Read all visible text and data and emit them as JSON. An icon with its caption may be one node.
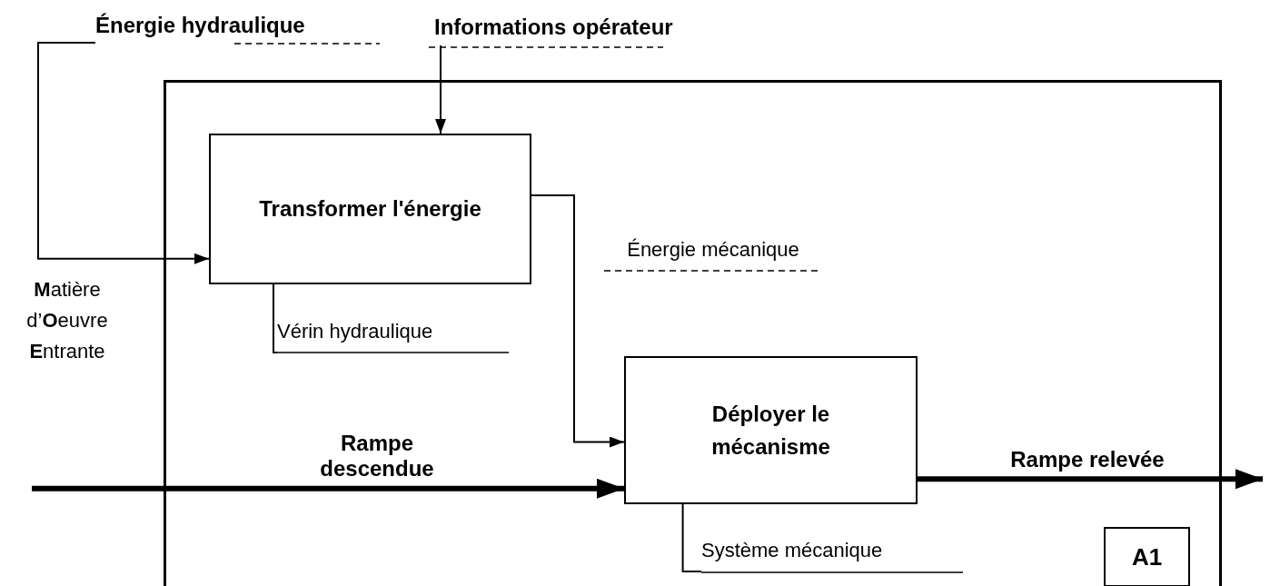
{
  "diagram": {
    "nodes": [
      {
        "text": [
          "Énergie hydraulique"
        ]
      },
      {
        "text": [
          "Informations opérateur"
        ]
      },
      {
        "text": [],
        "shape": "box"
      },
      {
        "text": [
          "Transformer l'énergie"
        ],
        "in": 2
      },
      {
        "text": [
          "Vérin hydraulique"
        ],
        "in": 2
      },
      {
        "text": [
          "Déployer le mécanisme"
        ],
        "in": 2
      },
      {
        "text": [
          "Système mécanique"
        ],
        "in": 2
      },
      {
        "text": [
          "A1"
        ],
        "in": 2
      }
    ],
    "edges": [
      {
        "from": 0,
        "to": 3,
        "arrow": "to"
      },
      {
        "from": 1,
        "to": 3,
        "arrow": "to"
      },
      {
        "from": 3,
        "to": 5,
        "label": "Énergie mécanique",
        "arrow": "to"
      },
      {
        "from": 3,
        "to": 4,
        "arrow": "none"
      },
      {
        "from": 5,
        "to": 6,
        "arrow": "none"
      },
      {
        "from": null,
        "to": 5,
        "label": "Rampe descendue",
        "arrow": "to",
        "style": "thick"
      },
      {
        "from": 5,
        "to": null,
        "label": "Rampe relevée",
        "arrow": "to",
        "style": "thick"
      }
    ],
    "labels": [
      "**M**atière d’**O**euvre **E**ntrante"
    ]
  }
}
